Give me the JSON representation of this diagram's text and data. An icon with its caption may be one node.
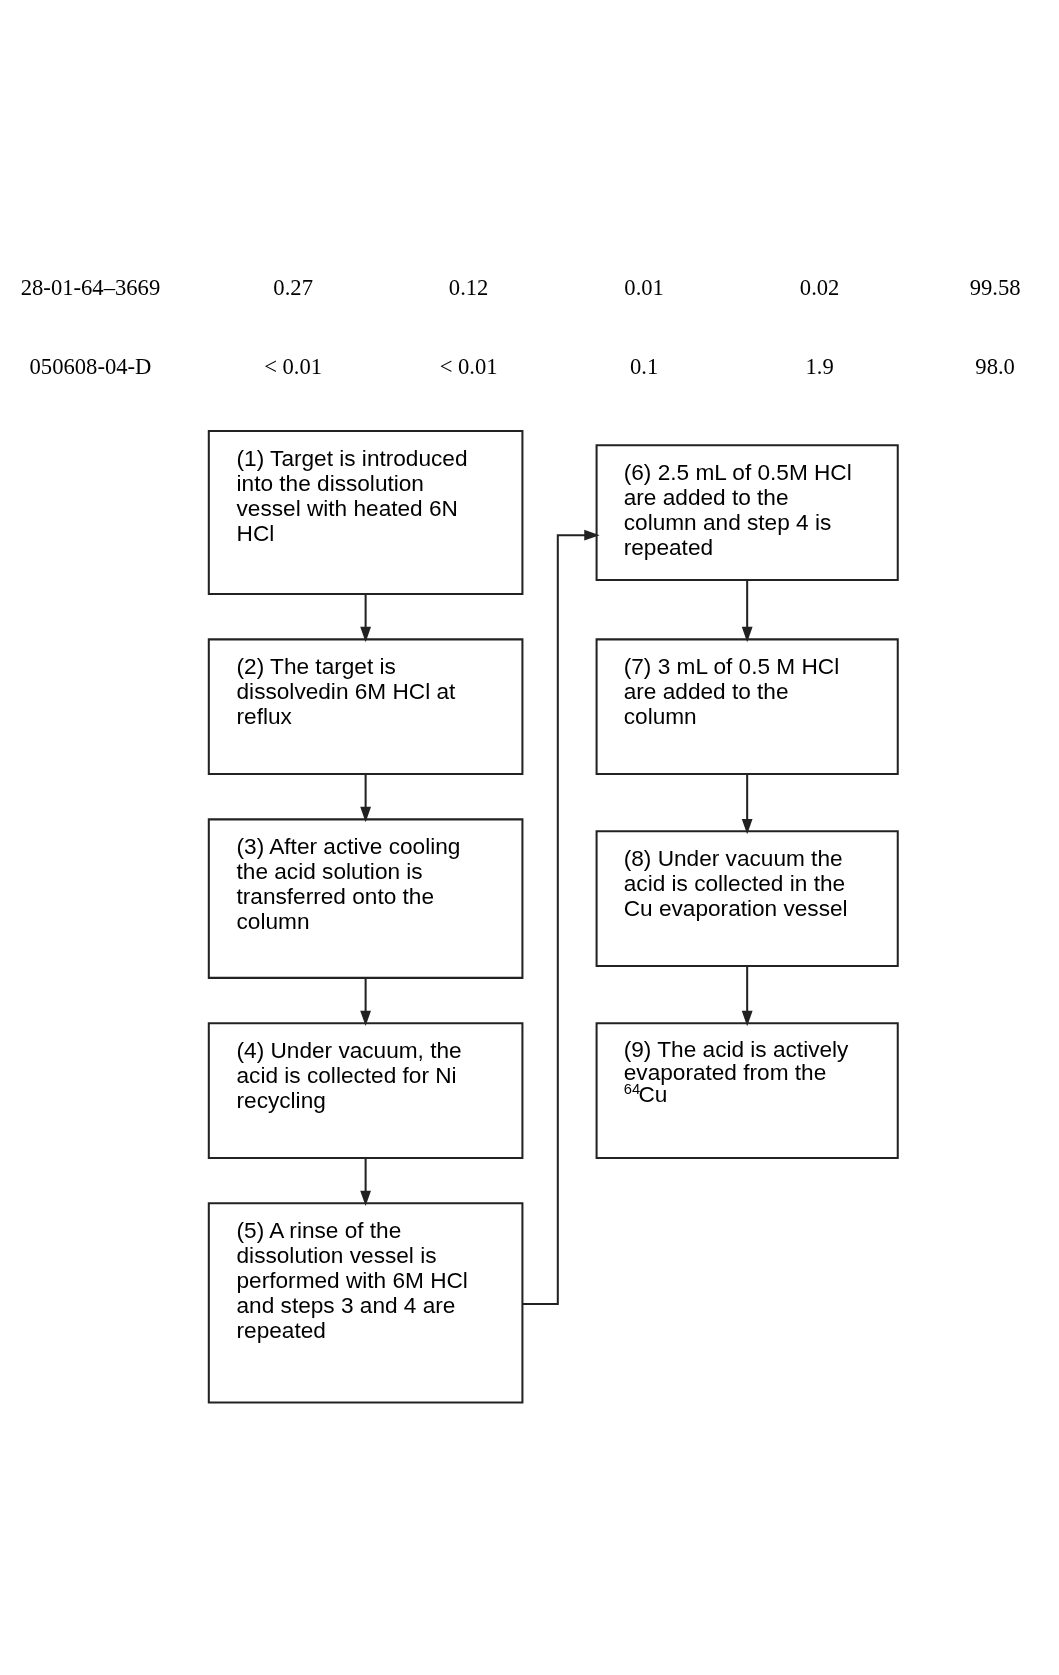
{
  "diagram": {
    "nodes": [
      {
        "text": [
          "(1) Target is introduced into the dissolution vessel with heated 6N HCl"
        ]
      },
      {
        "text": [
          "(2) The target is dissolvedin 6M HCl at reflux"
        ]
      },
      {
        "text": [
          "(3) After active cooling the acid solution is transferred onto the column"
        ]
      },
      {
        "text": [
          "(4) Under vacuum, the acid is collected for Ni recycling"
        ]
      },
      {
        "text": [
          "(5) A rinse of the dissolution vessel is performed with 6M HCl and steps 3 and 4 are repeated"
        ]
      },
      {
        "text": [
          "(6) 2.5 mL of 0.5M HCl are added to the column and step 4 is repeated"
        ]
      },
      {
        "text": [
          "(7) 3 mL of 0.5 M HCl are added to the column"
        ]
      },
      {
        "text": [
          "(8) Under vacuum the acid is collected in the Cu evaporation vessel"
        ]
      },
      {
        "text": [
          "(9) The acid is actively evaporated from the $^{64}$Cu"
        ]
      }
    ],
    "edges": [
      {
        "from": 0,
        "to": 1,
        "arrow": "to"
      },
      {
        "from": 1,
        "to": 2,
        "arrow": "to"
      },
      {
        "from": 2,
        "to": 3,
        "arrow": "to"
      },
      {
        "from": 3,
        "to": 4,
        "arrow": "to"
      },
      {
        "from": 4,
        "to": 5,
        "arrow": "to"
      },
      {
        "from": 5,
        "to": 6,
        "arrow": "to"
      },
      {
        "from": 6,
        "to": 7,
        "arrow": "to"
      },
      {
        "from": 7,
        "to": 8,
        "arrow": "to"
      }
    ],
    "labels": [
      "28-01-64–3669",
      "0.27",
      "0.12",
      "0.01",
      "0.02",
      "99.58",
      "050608-04-D",
      "< 0.01",
      "< 0.01",
      "0.1",
      "1.9",
      "98.0"
    ]
  }
}
